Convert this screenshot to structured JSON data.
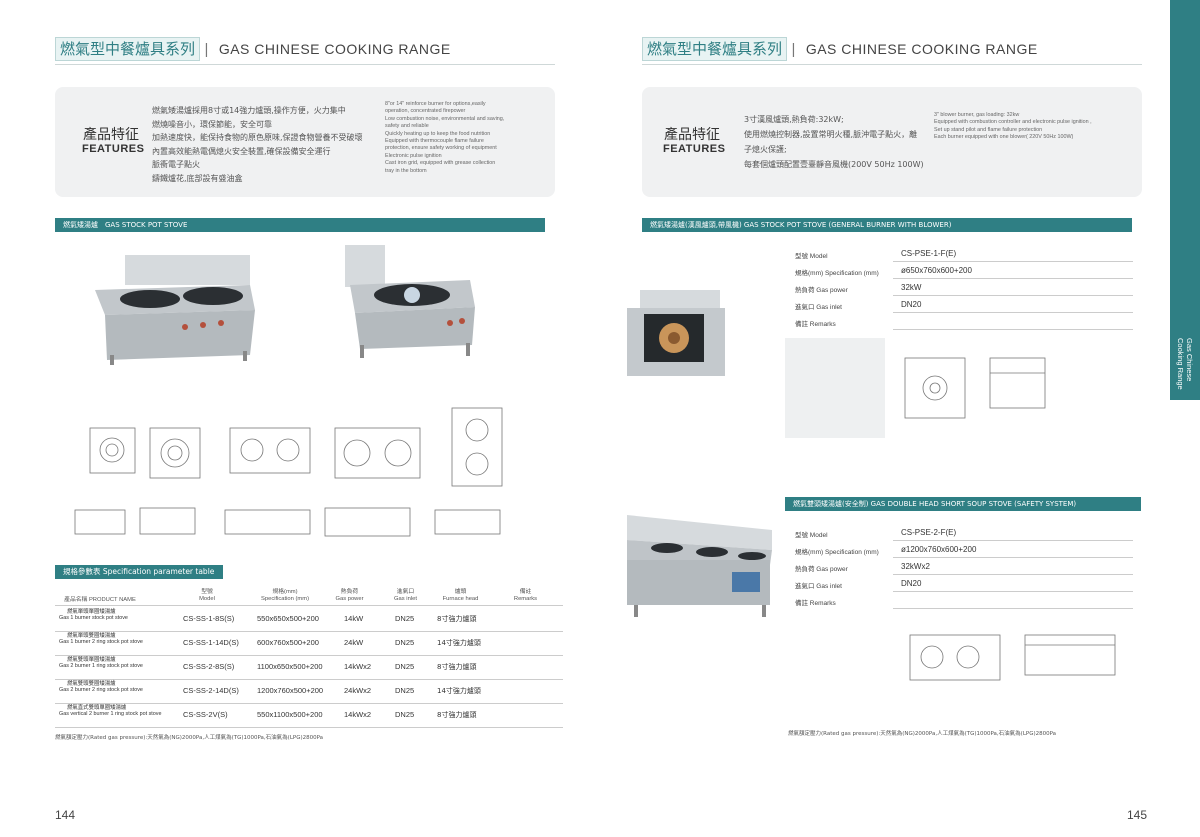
{
  "left": {
    "header": {
      "cn": "燃氣型中餐爐具系列",
      "sep": "|",
      "en": "GAS CHINESE COOKING RANGE"
    },
    "features": {
      "label_cn": "產品特征",
      "label_en": "FEATURES",
      "cn_lines": [
        "燃氣矮湯爐採用8寸或14強力爐頭,操作方便，火力集中",
        "燃燒噪音小，環保節能，安全可靠",
        "加熱速度快，能保持食物的原色原味,保證食物營養不受破壞",
        "內置高效能熱電偶熄火安全裝置,確保設備安全運行",
        "脈衝電子點火",
        "鑄鐵爐花,底部設有盛油盒"
      ],
      "en_lines": [
        "8\"or 14\" reinforce burner for options,easily",
        "operation, concentrated firepower",
        "Low combustion noise, environmental and saving,",
        "safety and reliable",
        "Quickly heating up to keep the food nutrition",
        "Equipped with thermocouple flame failure",
        "protection, ensure safety working of equipment",
        "Electronic pulse ignition",
        "Cast iron grid, equipped with grease collection",
        "tray in the bottom"
      ]
    },
    "section_bar": "燃氣矮湯爐　GAS  STOCK POT STOVE",
    "spec_bar": "規格參數表  Specification parameter table",
    "table": {
      "headers": [
        {
          "cn": "產品名稱 PRODUCT NAME",
          "en": ""
        },
        {
          "cn": "型號",
          "en": "Model"
        },
        {
          "cn": "規格(mm)",
          "en": "Specification (mm)"
        },
        {
          "cn": "熱負荷",
          "en": "Gas power"
        },
        {
          "cn": "進氣口",
          "en": "Gas inlet"
        },
        {
          "cn": "爐頭",
          "en": "Furnace head"
        },
        {
          "cn": "備註",
          "en": "Remarks"
        }
      ],
      "rows": [
        {
          "name_cn": "燃氣單頭單圈矮湯爐",
          "name_en": "Gas 1 burner  stock pot stove",
          "model": "CS-SS-1-8S(S)",
          "spec": "550x650x500+200",
          "power": "14kW",
          "inlet": "DN25",
          "head": "8寸強力爐頭"
        },
        {
          "name_cn": "燃氣單頭雙圈矮湯爐",
          "name_en": "Gas 1 burner 2 ring stock pot stove",
          "model": "CS-SS-1-14D(S)",
          "spec": "600x760x500+200",
          "power": "24kW",
          "inlet": "DN25",
          "head": "14寸強力爐頭"
        },
        {
          "name_cn": "燃氣雙頭單圈矮湯爐",
          "name_en": "Gas 2 burner 1 ring stock pot stove",
          "model": "CS-SS-2-8S(S)",
          "spec": "1100x650x500+200",
          "power": "14kWx2",
          "inlet": "DN25",
          "head": "8寸強力爐頭"
        },
        {
          "name_cn": "燃氣雙頭雙圈矮湯爐",
          "name_en": "Gas 2 burner 2 ring stock pot stove",
          "model": "CS-SS-2-14D(S)",
          "spec": "1200x760x500+200",
          "power": "24kWx2",
          "inlet": "DN25",
          "head": "14寸強力爐頭"
        },
        {
          "name_cn": "燃氣直式雙頭單圈矮湯爐",
          "name_en": "Gas vertical 2 burner 1 ring stock pot stove",
          "model": "CS-SS-2V(S)",
          "spec": "550x1100x500+200",
          "power": "14kWx2",
          "inlet": "DN25",
          "head": "8寸強力爐頭"
        }
      ]
    },
    "footnote": "燃氣額定壓力(Rated gas pressure):天然氣為(NG)2000Pa,人工煤氣為(TG)1000Pa,石油氣為(LPG)2800Pa",
    "page_number": "144"
  },
  "right": {
    "header": {
      "cn": "燃氣型中餐爐具系列",
      "sep": "|",
      "en": "GAS CHINESE COOKING RANGE"
    },
    "features": {
      "label_cn": "產品特征",
      "label_en": "FEATURES",
      "cn_lines": [
        "3寸漢風爐頭,熱負荷:32kW;",
        "使用燃燒控制器,設置常明火種,脈沖電子點火，離",
        "子熄火保護;",
        "每套個爐頭配置壹臺靜音風機(200V 50Hz 100W)"
      ],
      "en_lines": [
        "3\" blower burner, gas loading: 32kw",
        "Equipped  with combustion controller and electronic pulse ignition ,",
        "Set up stand pilot and flame failure protection",
        "Each burner equipped with one blower( 220V 50Hz 100W)"
      ]
    },
    "products": [
      {
        "bar": "燃氣矮湯爐(漢風爐頭,帶風機)  GAS  STOCK POT STOVE (GENERAL BURNER WITH BLOWER)",
        "specs": [
          {
            "label": "型號 Model",
            "value": "CS-PSE-1-F(E)"
          },
          {
            "label": "規格(mm) Specification (mm)",
            "value": "ø650x760x600+200"
          },
          {
            "label": "熱負荷 Gas power",
            "value": "32kW"
          },
          {
            "label": "進氣口 Gas inlet",
            "value": "DN20"
          },
          {
            "label": "備註 Remarks",
            "value": ""
          }
        ]
      },
      {
        "bar": "燃氣雙頭矮湯爐(安全制)  GAS DOUBLE HEAD SHORT SOUP STOVE (SAFETY SYSTEM)",
        "specs": [
          {
            "label": "型號 Model",
            "value": "CS-PSE-2-F(E)"
          },
          {
            "label": "規格(mm) Specification (mm)",
            "value": "ø1200x760x600+200"
          },
          {
            "label": "熱負荷 Gas power",
            "value": "32kWx2"
          },
          {
            "label": "進氣口 Gas inlet",
            "value": "DN20"
          },
          {
            "label": "備註 Remarks",
            "value": ""
          }
        ]
      }
    ],
    "footnote": "燃氣額定壓力(Rated gas pressure):天然氣為(NG)2000Pa,人工煤氣為(TG)1000Pa,石油氣為(LPG)2800Pa",
    "side_tab": [
      "Gas Chinese",
      "Cooking Range"
    ],
    "page_number": "145"
  },
  "colors": {
    "accent": "#2f7f84",
    "panel": "#f0f1f2"
  }
}
